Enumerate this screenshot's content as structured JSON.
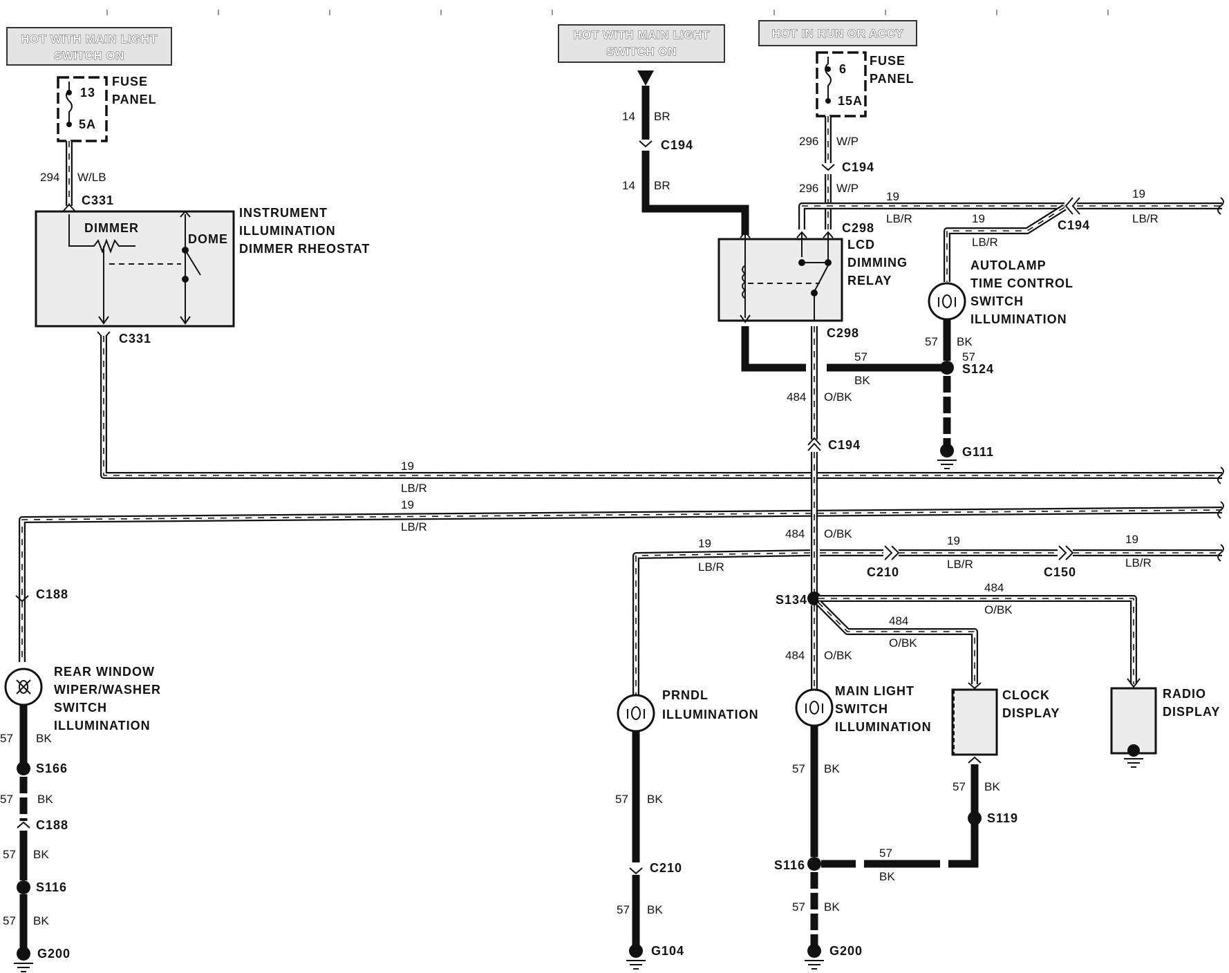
{
  "headers": {
    "left": [
      "HOT WITH MAIN LIGHT",
      "SWITCH ON"
    ],
    "center": [
      "HOT WITH MAIN LIGHT",
      "SWITCH ON"
    ],
    "right": "HOT IN RUN OR ACCY"
  },
  "fuses": {
    "left": {
      "number": "13",
      "rating": "5A",
      "label": [
        "FUSE",
        "PANEL"
      ]
    },
    "right": {
      "number": "6",
      "rating": "15A",
      "label": [
        "FUSE",
        "PANEL"
      ]
    }
  },
  "components": {
    "rheostat": {
      "label": [
        "INSTRUMENT",
        "ILLUMINATION",
        "DIMMER RHEOSTAT"
      ],
      "dimmer": "DIMMER",
      "dome": "DOME"
    },
    "relay": {
      "label": [
        "LCD",
        "DIMMING",
        "RELAY"
      ]
    },
    "autolamp": {
      "label": [
        "AUTOLAMP",
        "TIME CONTROL",
        "SWITCH",
        "ILLUMINATION"
      ]
    },
    "rear_wiper": {
      "label": [
        "REAR  WINDOW",
        "WIPER/WASHER",
        "SWITCH",
        "ILLUMINATION"
      ]
    },
    "prndl": {
      "label": [
        "PRNDL",
        "ILLUMINATION"
      ]
    },
    "main_light": {
      "label": [
        "MAIN LIGHT",
        "SWITCH",
        "ILLUMINATION"
      ]
    },
    "clock": {
      "label": [
        "CLOCK",
        "DISPLAY"
      ]
    },
    "radio": {
      "label": [
        "RADIO",
        "DISPLAY"
      ]
    }
  },
  "connectors": {
    "c331": "C331",
    "c194": "C194",
    "c298": "C298",
    "c188": "C188",
    "c210": "C210",
    "c150": "C150"
  },
  "splices": {
    "s124": "S124",
    "s134": "S134",
    "s166": "S166",
    "s116": "S116",
    "s119": "S119"
  },
  "grounds": {
    "g111": "G111",
    "g200": "G200",
    "g104": "G104"
  },
  "wires": {
    "c294": "294",
    "wlb": "W/LB",
    "c14": "14",
    "br": "BR",
    "c296": "296",
    "wp": "W/P",
    "c19": "19",
    "lbr": "LB/R",
    "c57": "57",
    "bk": "BK",
    "c484": "484",
    "obk": "O/BK"
  }
}
